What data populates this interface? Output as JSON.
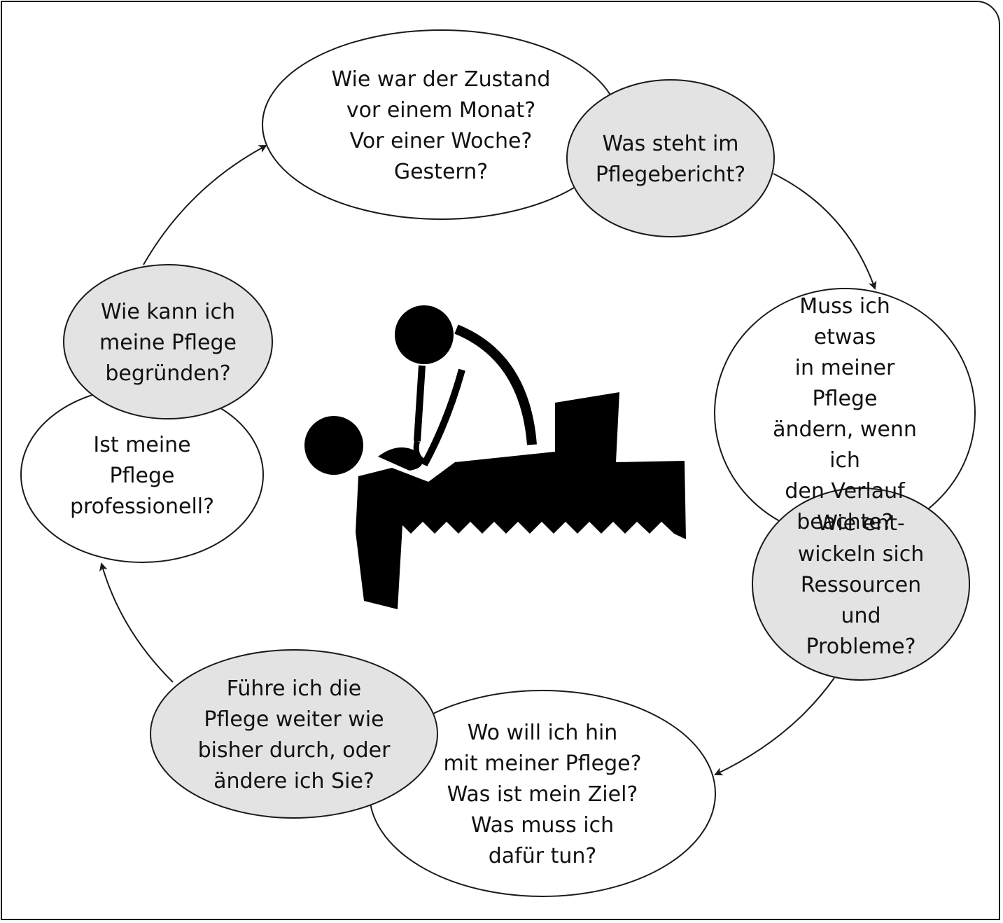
{
  "diagram": {
    "colors": {
      "outline": "#1a1a1a",
      "white_fill": "#ffffff",
      "grey_fill": "#e3e3e3",
      "figure": "#000000"
    },
    "center_icon": "caregiver-patient-icon",
    "nodes": [
      {
        "id": "zustand",
        "fill": "white",
        "text": "Wie war der Zustand\nvor einem Monat?\nVor einer Woche?\nGestern?"
      },
      {
        "id": "pflegebericht",
        "fill": "grey",
        "text": "Was steht im\nPflegebericht?"
      },
      {
        "id": "verlauf",
        "fill": "white",
        "text": "Muss ich etwas\nin meiner Pflege\nändern, wenn ich\nden Verlauf\nbeachte?"
      },
      {
        "id": "ressourcen",
        "fill": "grey",
        "text": "Wie ent-\nwickeln sich\nRessourcen\nund Probleme?"
      },
      {
        "id": "ziel",
        "fill": "white",
        "text": "Wo will ich hin\nmit meiner Pflege?\nWas ist mein Ziel?\nWas muss ich\ndafür tun?"
      },
      {
        "id": "weiter",
        "fill": "grey",
        "text": "Führe ich die\nPflege weiter wie\nbisher durch, oder\nändere ich Sie?"
      },
      {
        "id": "professionell",
        "fill": "white",
        "text": "Ist meine\nPflege\nprofessionell?"
      },
      {
        "id": "begruenden",
        "fill": "grey",
        "text": "Wie kann ich\nmeine Pflege\nbegründen?"
      }
    ],
    "edges": [
      {
        "from": "pflegebericht",
        "to": "verlauf"
      },
      {
        "from": "ressourcen",
        "to": "ziel"
      },
      {
        "from": "weiter",
        "to": "professionell"
      },
      {
        "from": "begruenden",
        "to": "zustand"
      }
    ]
  }
}
